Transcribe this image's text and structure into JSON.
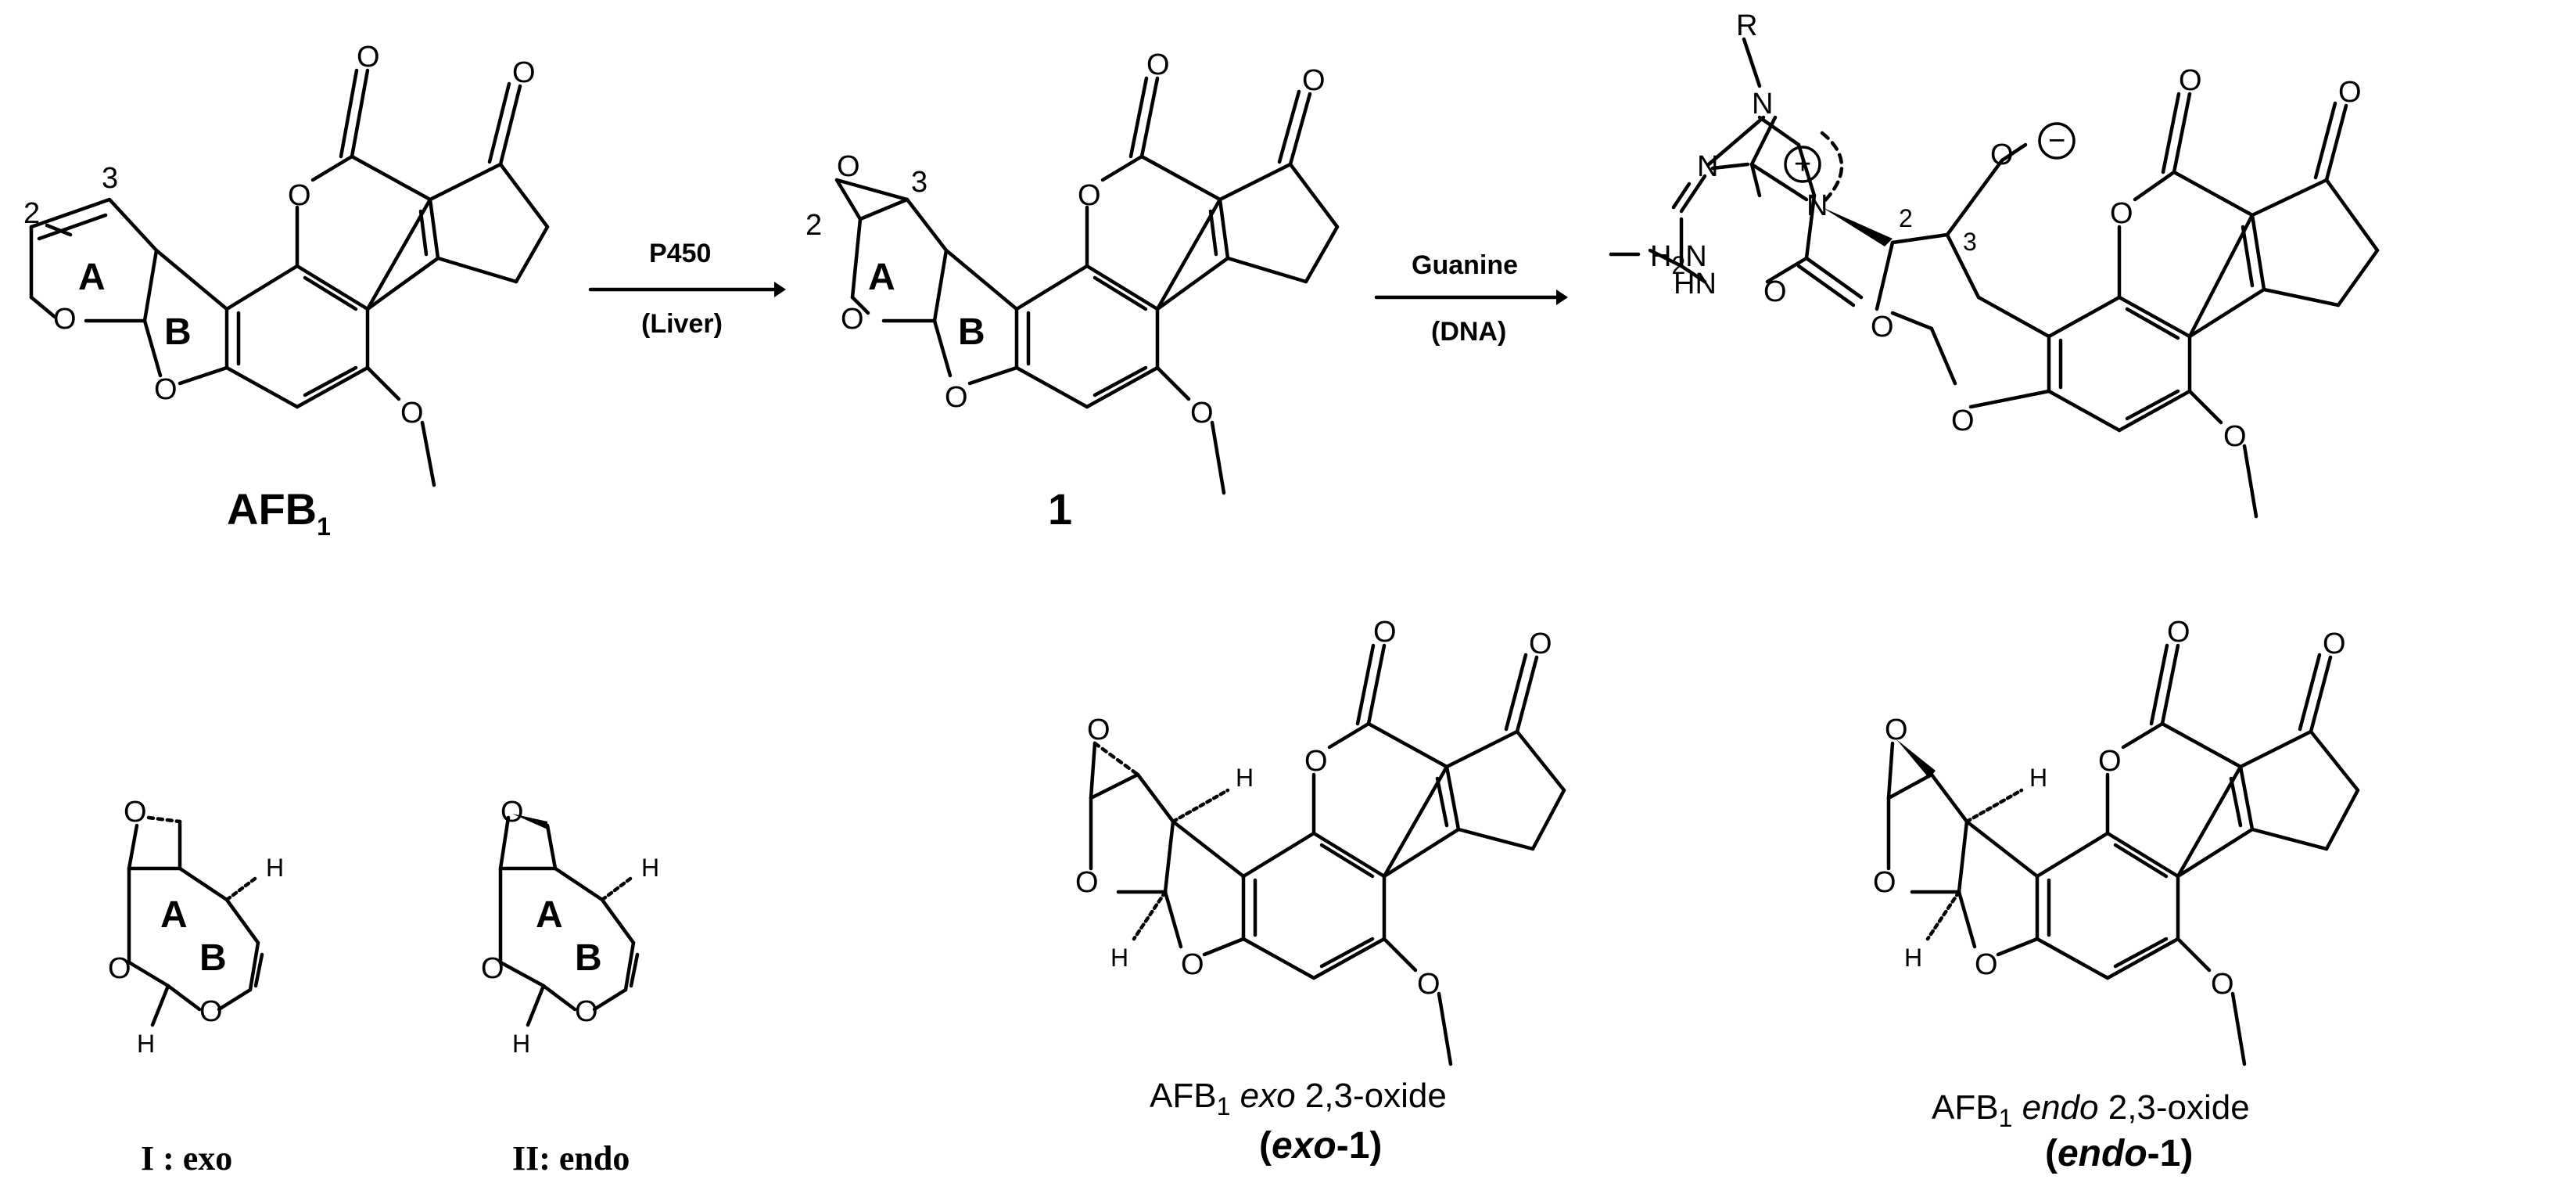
{
  "labels": {
    "afb1": "AFB",
    "afb1_sub": "1",
    "compound1": "1",
    "p450": "P450",
    "liver": "(Liver)",
    "guanine": "Guanine",
    "dna": "(DNA)",
    "ring_a": "A",
    "ring_b": "B",
    "atom_o": "O",
    "atom_n": "N",
    "atom_h": "H",
    "atom_r": "R",
    "atom_hn": "HN",
    "atom_h2n": "H",
    "atom_h2n_sub": "2",
    "atom_h2n_n": "N",
    "plus": "+",
    "minus": "−",
    "num2": "2",
    "num3": "3",
    "exo_label": "I : exo",
    "endo_label": "II: endo",
    "exo_cap_afb": "AFB",
    "exo_cap_sub": "1",
    "exo_cap_word": "exo",
    "exo_cap_rest": "2,3-oxide",
    "exo_cap_open": "(",
    "exo_cap_bold": "exo",
    "exo_cap_num": "-1)",
    "endo_cap_afb": "AFB",
    "endo_cap_sub": "1",
    "endo_cap_word": "endo",
    "endo_cap_rest": "2,3-oxide",
    "endo_cap_open": "(",
    "endo_cap_bold": "endo",
    "endo_cap_num": "-1)"
  }
}
